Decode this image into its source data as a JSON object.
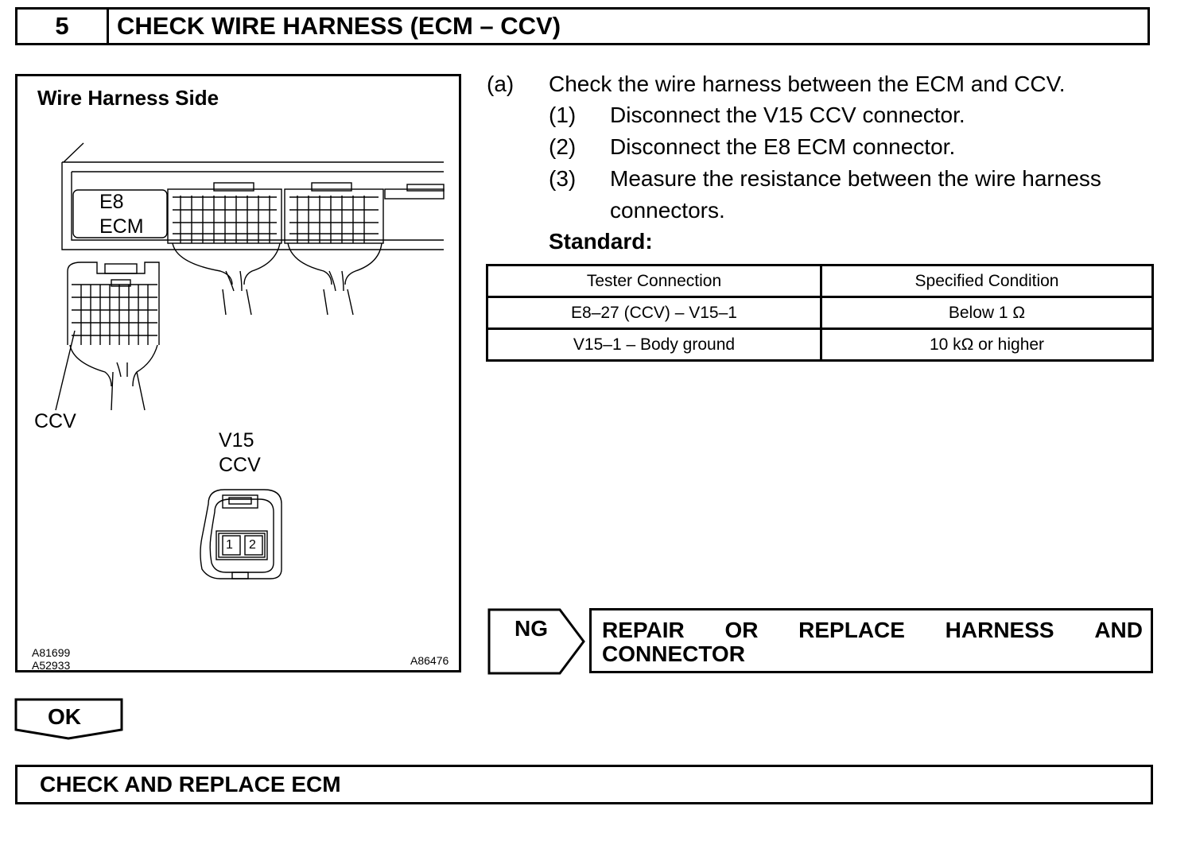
{
  "step": {
    "number": "5",
    "title": "CHECK WIRE HARNESS (ECM – CCV)"
  },
  "illustration": {
    "caption": "Wire Harness Side",
    "ecm_label_line1": "E8",
    "ecm_label_line2": "ECM",
    "ccv_label": "CCV",
    "v15_line1": "V15",
    "v15_line2": "CCV",
    "pin1": "1",
    "pin2": "2",
    "code1": "A81699",
    "code2": "A52933",
    "code3": "A86476"
  },
  "instructions": {
    "a_marker": "(a)",
    "a_text": "Check the wire harness between the ECM and CCV.",
    "s1_marker": "(1)",
    "s1_text": "Disconnect the V15 CCV connector.",
    "s2_marker": "(2)",
    "s2_text": "Disconnect the E8 ECM connector.",
    "s3_marker": "(3)",
    "s3_line1": "Measure the resistance between the wire harness",
    "s3_line2": "connectors.",
    "standard_label": "Standard:"
  },
  "table": {
    "headers": [
      "Tester Connection",
      "Specified Condition"
    ],
    "rows": [
      [
        "E8–27 (CCV) – V15–1",
        "Below 1 Ω"
      ],
      [
        "V15–1 – Body ground",
        "10 kΩ or higher"
      ]
    ]
  },
  "ng": {
    "label": "NG",
    "words": [
      "REPAIR",
      "OR",
      "REPLACE",
      "HARNESS",
      "AND"
    ],
    "line2": "CONNECTOR"
  },
  "ok": {
    "label": "OK"
  },
  "final": {
    "text": "CHECK AND REPLACE ECM"
  }
}
